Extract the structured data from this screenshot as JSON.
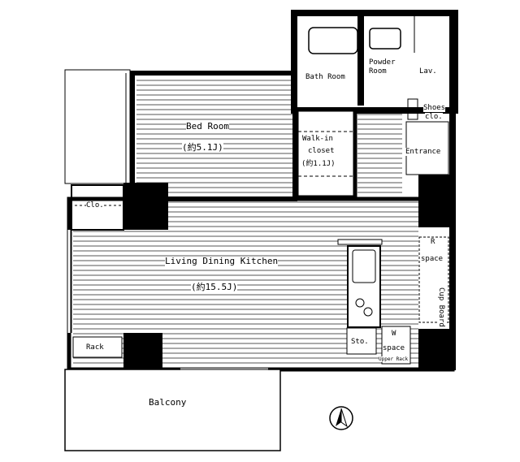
{
  "rooms": {
    "bed_room": {
      "name": "Bed Room",
      "area": "(約5.1J)"
    },
    "walk_in_closet": {
      "name_line1": "Walk-in",
      "name_line2": "closet",
      "area": "(約1.1J)"
    },
    "bath_room": {
      "name": "Bath Room"
    },
    "powder_room": {
      "name_line1": "Powder",
      "name_line2": "Room"
    },
    "lavatory": {
      "name": "Lav."
    },
    "shoes_closet": {
      "name_line1": "Shoes",
      "name_line2": "clo."
    },
    "entrance": {
      "name": "Entrance"
    },
    "closet": {
      "name": "Clo."
    },
    "ldk": {
      "name": "Living Dining Kitchen",
      "area": "(約15.5J)"
    },
    "fridge_space": {
      "symbol": "R",
      "name": "space"
    },
    "cupboard": {
      "name": "Cup Board"
    },
    "storage": {
      "name": "Sto."
    },
    "washer_space": {
      "symbol": "W",
      "name": "space",
      "note": "Upper Rack"
    },
    "rack": {
      "name": "Rack"
    },
    "balcony": {
      "name": "Balcony"
    }
  },
  "compass": {
    "icon": "north-arrow-icon",
    "direction": "N"
  },
  "colors": {
    "wall": "#000000",
    "floor_line": "#555555",
    "background": "#ffffff"
  }
}
